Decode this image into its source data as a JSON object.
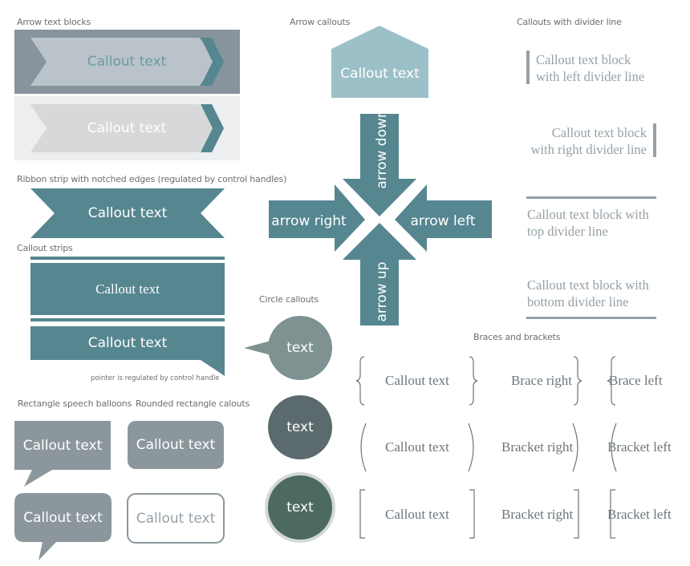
{
  "colors": {
    "teal": "#568690",
    "slate": "#87939d",
    "light_slate": "#b9c3c9",
    "pale": "#eceef0",
    "pale_arrow": "#d6d8da",
    "light_teal": "#9cc0c7",
    "balloon_gray": "#8b979c",
    "circle_1": "#7d9291",
    "circle_2": "#5b6a6c",
    "circle_3": "#4c6a62",
    "circle_3_ring": "#d3d9d8",
    "divider": "#95a1a8",
    "label_text": "#6e6e6e"
  },
  "sections": {
    "arrow_text_blocks": {
      "label": "Arrow text blocks",
      "items": [
        {
          "text": "Callout text",
          "variant": "dark"
        },
        {
          "text": "Callout text",
          "variant": "light"
        }
      ]
    },
    "ribbon_strip": {
      "label": "Ribbon strip with notched edges (regulated by control handles)",
      "text": "Callout text"
    },
    "callout_strips": {
      "label": "Callout strips",
      "items": [
        {
          "text": "Callout text"
        },
        {
          "text": "Callout text"
        }
      ],
      "note": "pointer is regulated by control handle"
    },
    "rectangle_speech_balloons": {
      "label": "Rectangle speech balloons",
      "items": [
        {
          "text": "Callout text",
          "shape": "rectangle"
        },
        {
          "text": "Callout text",
          "shape": "rounded"
        }
      ]
    },
    "rounded_rectangle_callouts": {
      "label": "Rounded rectangle calouts",
      "items": [
        {
          "text": "Callout text",
          "style": "filled"
        },
        {
          "text": "Callout text",
          "style": "outline"
        }
      ]
    },
    "arrow_callouts": {
      "label": "Arrow callouts",
      "pentagon_text": "Callout text",
      "arrows": {
        "down": "arrow down",
        "right": "arrow right",
        "left": "arrow left",
        "up": "arrow up"
      }
    },
    "circle_callouts": {
      "label": "Circle callouts",
      "items": [
        {
          "text": "text",
          "style": "pointer"
        },
        {
          "text": "text",
          "style": "plain"
        },
        {
          "text": "text",
          "style": "ringed"
        }
      ]
    },
    "callouts_with_divider": {
      "label": "Callouts with divider line",
      "items": [
        {
          "lines": [
            "Callout text block",
            "with left divider line"
          ],
          "divider": "left"
        },
        {
          "lines": [
            "Callout text block",
            "with right divider line"
          ],
          "divider": "right"
        },
        {
          "lines": [
            "Callout text block with",
            "top divider line"
          ],
          "divider": "top"
        },
        {
          "lines": [
            "Callout text block with",
            "bottom divider line"
          ],
          "divider": "bottom"
        }
      ]
    },
    "braces_and_brackets": {
      "label": "Braces and brackets",
      "rows": [
        {
          "type": "brace",
          "both": "Callout text",
          "right": "Brace right",
          "left": "Brace left"
        },
        {
          "type": "paren",
          "both": "Callout text",
          "right": "Bracket right",
          "left": "Bracket left"
        },
        {
          "type": "square",
          "both": "Callout text",
          "right": "Bracket right",
          "left": "Bracket left"
        }
      ]
    }
  }
}
